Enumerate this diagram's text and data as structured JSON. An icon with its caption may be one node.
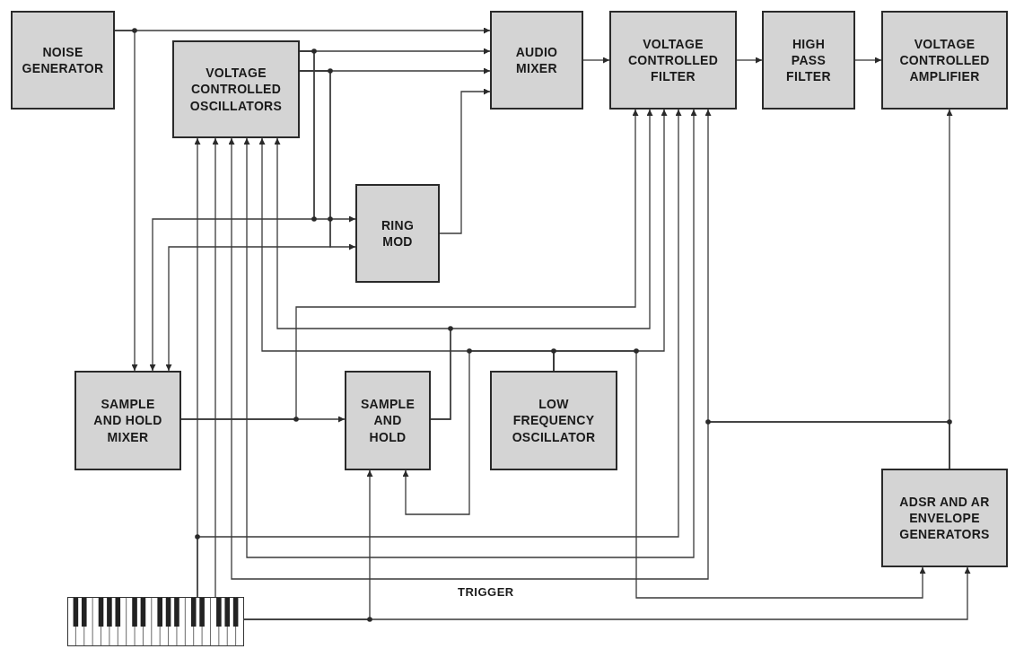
{
  "diagram": {
    "nodes": [
      {
        "text": [
          "NOISE GENERATOR"
        ]
      },
      {
        "text": [
          "VOLTAGE CONTROLLED OSCILLATORS"
        ]
      },
      {
        "text": [
          "AUDIO MIXER"
        ]
      },
      {
        "text": [
          "VOLTAGE CONTROLLED FILTER"
        ]
      },
      {
        "text": [
          "HIGH PASS FILTER"
        ]
      },
      {
        "text": [
          "VOLTAGE CONTROLLED AMPLIFIER"
        ]
      },
      {
        "text": [
          "RING MOD"
        ]
      },
      {
        "text": [
          "SAMPLE AND HOLD MIXER"
        ]
      },
      {
        "text": [
          "SAMPLE AND HOLD"
        ]
      },
      {
        "text": [
          "LOW FREQUENCY OSCILLATOR"
        ]
      },
      {
        "text": [
          "ADSR AND AR ENVELOPE GENERATORS"
        ]
      },
      {
        "text": [],
        "shape": "keyboard"
      }
    ],
    "edges": [
      {
        "from": 0,
        "to": 2,
        "arrow": "to"
      },
      {
        "from": 0,
        "to": 7,
        "arrow": "to"
      },
      {
        "from": 1,
        "to": 2,
        "arrow": "to"
      },
      {
        "from": 1,
        "to": 2,
        "arrow": "to"
      },
      {
        "from": 1,
        "to": 6,
        "arrow": "to"
      },
      {
        "from": 1,
        "to": 6,
        "arrow": "to"
      },
      {
        "from": 1,
        "to": 7,
        "arrow": "to"
      },
      {
        "from": 1,
        "to": 7,
        "arrow": "to"
      },
      {
        "from": 6,
        "to": 2,
        "arrow": "to"
      },
      {
        "from": 2,
        "to": 3,
        "arrow": "to"
      },
      {
        "from": 3,
        "to": 4,
        "arrow": "to"
      },
      {
        "from": 4,
        "to": 5,
        "arrow": "to"
      },
      {
        "from": 7,
        "to": 8,
        "arrow": "to"
      },
      {
        "from": 7,
        "to": 3,
        "arrow": "to"
      },
      {
        "from": 8,
        "to": 1,
        "arrow": "to"
      },
      {
        "from": 8,
        "to": 3,
        "arrow": "to"
      },
      {
        "from": 9,
        "to": 1,
        "arrow": "to"
      },
      {
        "from": 9,
        "to": 3,
        "arrow": "to"
      },
      {
        "from": 9,
        "to": 8,
        "arrow": "to"
      },
      {
        "from": 9,
        "to": 10,
        "arrow": "to"
      },
      {
        "from": 11,
        "to": 1,
        "arrow": "to"
      },
      {
        "from": 11,
        "to": 1,
        "arrow": "to"
      },
      {
        "from": 11,
        "to": 3,
        "arrow": "to"
      },
      {
        "from": 1,
        "to": 3,
        "arrow": "both"
      },
      {
        "from": 10,
        "to": 5,
        "arrow": "to"
      },
      {
        "from": 10,
        "to": 3,
        "arrow": "to"
      },
      {
        "from": 10,
        "to": 1,
        "arrow": "to"
      },
      {
        "from": 11,
        "to": 8,
        "arrow": "to"
      },
      {
        "from": 11,
        "to": 10,
        "arrow": "to"
      }
    ],
    "labels": [
      "TRIGGER"
    ]
  }
}
